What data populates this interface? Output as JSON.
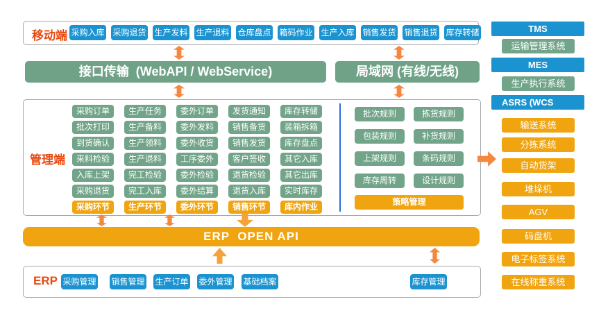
{
  "colors": {
    "blue": "#1A93D0",
    "green": "#6FA287",
    "orange": "#F0A410",
    "arrow_orange": "#F5873F",
    "arrow_yellow": "#F3A33A",
    "red_label": "#E8490F",
    "divider_blue": "#2A6FD6"
  },
  "mobile": {
    "label": "移动端",
    "buttons": [
      "采购入库",
      "采购退货",
      "生产发料",
      "生产退料",
      "仓库盘点",
      "箱码作业",
      "生产入库",
      "销售发货",
      "销售退货",
      "库存转储"
    ]
  },
  "bars": {
    "api": "接口传输  (WebAPI / WebService)",
    "lan": "局域网 (有线/无线)"
  },
  "management": {
    "label": "管理端",
    "columns": [
      {
        "items": [
          "采购订单",
          "批次打印",
          "到货确认",
          "来料检验",
          "入库上架",
          "采购退货"
        ],
        "footer": "采购环节"
      },
      {
        "items": [
          "生产任务",
          "生产备料",
          "生产领料",
          "生产退料",
          "完工检验",
          "完工入库"
        ],
        "footer": "生产环节"
      },
      {
        "items": [
          "委外订单",
          "委外发料",
          "委外收货",
          "工序委外",
          "委外检验",
          "委外结算"
        ],
        "footer": "委外环节"
      },
      {
        "items": [
          "发货通知",
          "销售备货",
          "销售发货",
          "客户签收",
          "退货检验",
          "退货入库"
        ],
        "footer": "销售环节"
      },
      {
        "items": [
          "库存转储",
          "装箱拆箱",
          "库存盘点",
          "其它入库",
          "其它出库",
          "实时库存"
        ],
        "footer": "库内作业"
      }
    ],
    "rules": {
      "items": [
        "批次规则",
        "拣货规则",
        "包装规则",
        "补货规则",
        "上架规则",
        "条码规则",
        "库存周转",
        "设计规则"
      ],
      "footer": "策略管理"
    }
  },
  "erp_api": {
    "label": "ERP  OPEN API"
  },
  "erp": {
    "label": "ERP",
    "buttons": [
      "采购管理",
      "销售管理",
      "生产订单",
      "委外管理",
      "基础档案",
      "库存管理"
    ]
  },
  "right_panel": {
    "items": [
      {
        "label": "TMS",
        "style": "blue"
      },
      {
        "label": "运输管理系统",
        "style": "green"
      },
      {
        "label": "MES",
        "style": "blue"
      },
      {
        "label": "生产执行系统",
        "style": "green"
      },
      {
        "label": "ASRS (WCS",
        "style": "blue",
        "align": "left"
      },
      {
        "label": "输送系统",
        "style": "orange"
      },
      {
        "label": "分拣系统",
        "style": "orange"
      },
      {
        "label": "自动货架",
        "style": "orange"
      },
      {
        "label": "堆垛机",
        "style": "orange"
      },
      {
        "label": "AGV",
        "style": "orange"
      },
      {
        "label": "码盘机",
        "style": "orange"
      },
      {
        "label": "电子标签系统",
        "style": "orange"
      },
      {
        "label": "在线称重系统",
        "style": "orange"
      }
    ]
  }
}
